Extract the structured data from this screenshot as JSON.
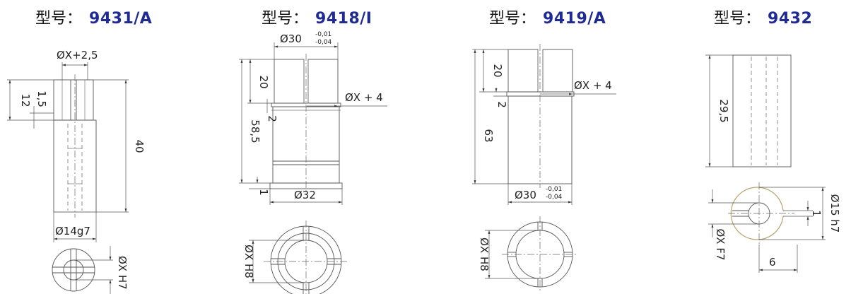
{
  "models": [
    {
      "label": "型号：",
      "number": "9431/A",
      "dims": {
        "top_width": "ØX+2,5",
        "d12": "12",
        "d15": "1,5",
        "d40": "40",
        "bottom_width": "Ø14g7",
        "bore": "ØX H7"
      }
    },
    {
      "label": "型号：",
      "number": "9418/I",
      "dims": {
        "top_width": "Ø30",
        "tol_upper": "-0,01",
        "tol_lower": "-0,04",
        "d20": "20",
        "d2": "2",
        "side": "ØX + 4",
        "d585": "58,5",
        "d1": "1",
        "bottom_width": "Ø32",
        "bore": "ØX H8"
      }
    },
    {
      "label": "型号：",
      "number": "9419/A",
      "dims": {
        "d20": "20",
        "d2": "2",
        "side": "ØX + 4",
        "d63": "63",
        "bottom_width": "Ø30",
        "tol_upper": "-0,01",
        "tol_lower": "-0,04",
        "bore": "ØX H8"
      }
    },
    {
      "label": "型号：",
      "number": "9432",
      "dims": {
        "d295": "29,5",
        "od": "Ø15 h7",
        "d1": "1",
        "bore": "ØX F7",
        "d6": "6"
      }
    }
  ]
}
